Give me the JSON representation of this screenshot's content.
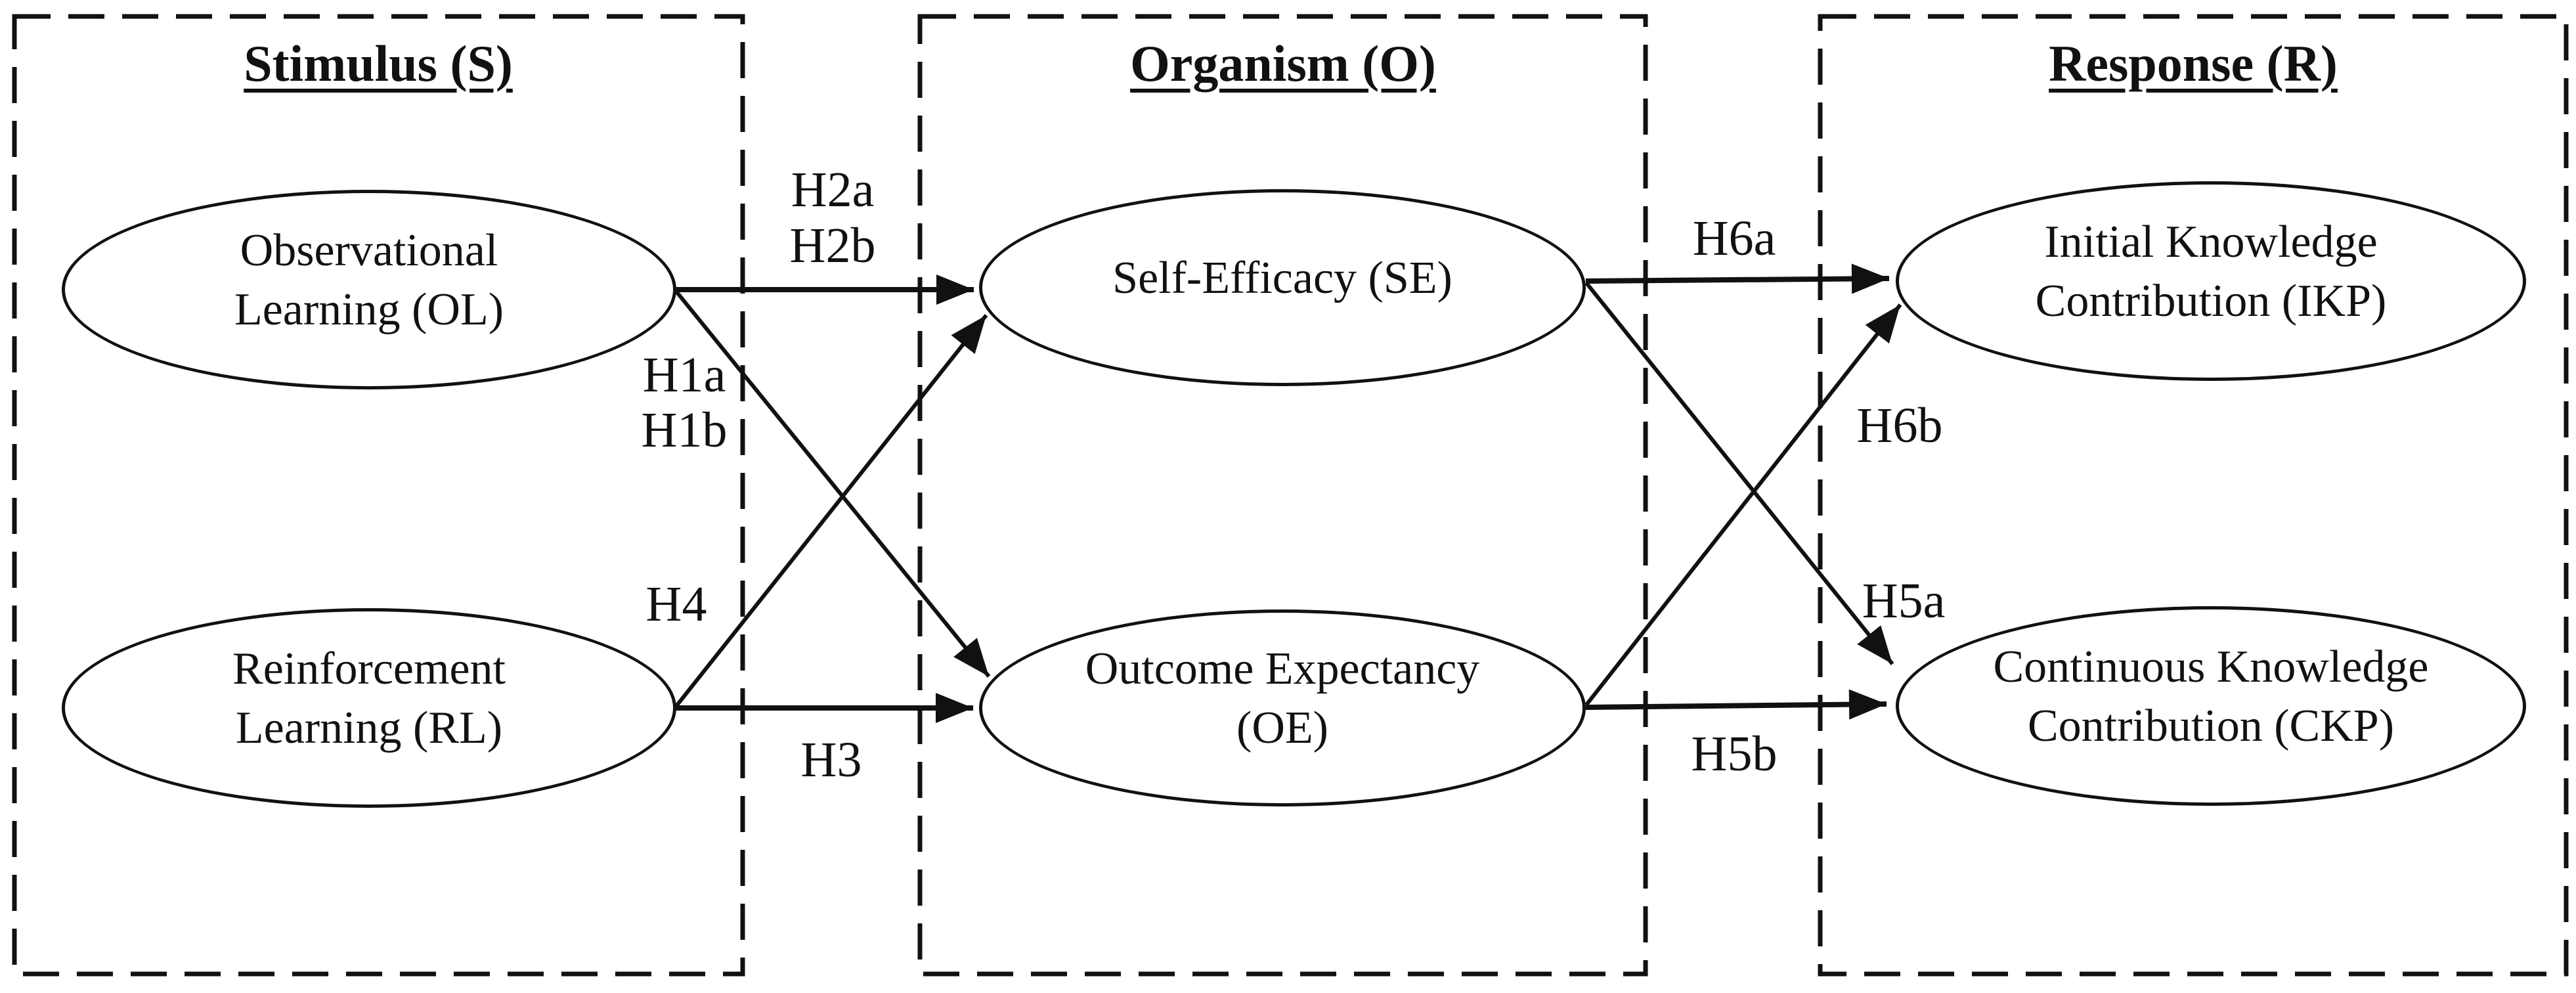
{
  "diagram_type": "S-O-R research model (stimulus-organism-response path diagram)",
  "colors": {
    "ink": "#111111",
    "background": "#ffffff"
  },
  "boxes": {
    "stimulus": {
      "title": "Stimulus (S)"
    },
    "organism": {
      "title": "Organism (O)"
    },
    "response": {
      "title": "Response (R)"
    }
  },
  "nodes": {
    "ol": {
      "label": "Observational\nLearning (OL)",
      "abbr": "OL"
    },
    "rl": {
      "label": "Reinforcement\nLearning (RL)",
      "abbr": "RL"
    },
    "se": {
      "label": "Self-Efficacy (SE)",
      "abbr": "SE"
    },
    "oe": {
      "label": "Outcome Expectancy\n(OE)",
      "abbr": "OE"
    },
    "ikp": {
      "label": "Initial Knowledge\nContribution (IKP)",
      "abbr": "IKP"
    },
    "ckp": {
      "label": "Continuous Knowledge\nContribution (CKP)",
      "abbr": "CKP"
    }
  },
  "labels": {
    "h1a": "H1a",
    "h1b": "H1b",
    "h2a": "H2a",
    "h2b": "H2b",
    "h3": "H3",
    "h4": "H4",
    "h5a": "H5a",
    "h5b": "H5b",
    "h6a": "H6a",
    "h6b": "H6b"
  },
  "edges": [
    {
      "from": "OL",
      "to": "SE",
      "labels": [
        "H2a",
        "H2b"
      ]
    },
    {
      "from": "OL",
      "to": "OE",
      "labels": [
        "H1a",
        "H1b"
      ]
    },
    {
      "from": "RL",
      "to": "SE",
      "labels": [
        "H4"
      ]
    },
    {
      "from": "RL",
      "to": "OE",
      "labels": [
        "H3"
      ]
    },
    {
      "from": "SE",
      "to": "IKP",
      "labels": [
        "H6a"
      ]
    },
    {
      "from": "SE",
      "to": "CKP",
      "labels": [
        "H5a"
      ]
    },
    {
      "from": "OE",
      "to": "IKP",
      "labels": [
        "H6b"
      ]
    },
    {
      "from": "OE",
      "to": "CKP",
      "labels": [
        "H5b"
      ]
    }
  ]
}
